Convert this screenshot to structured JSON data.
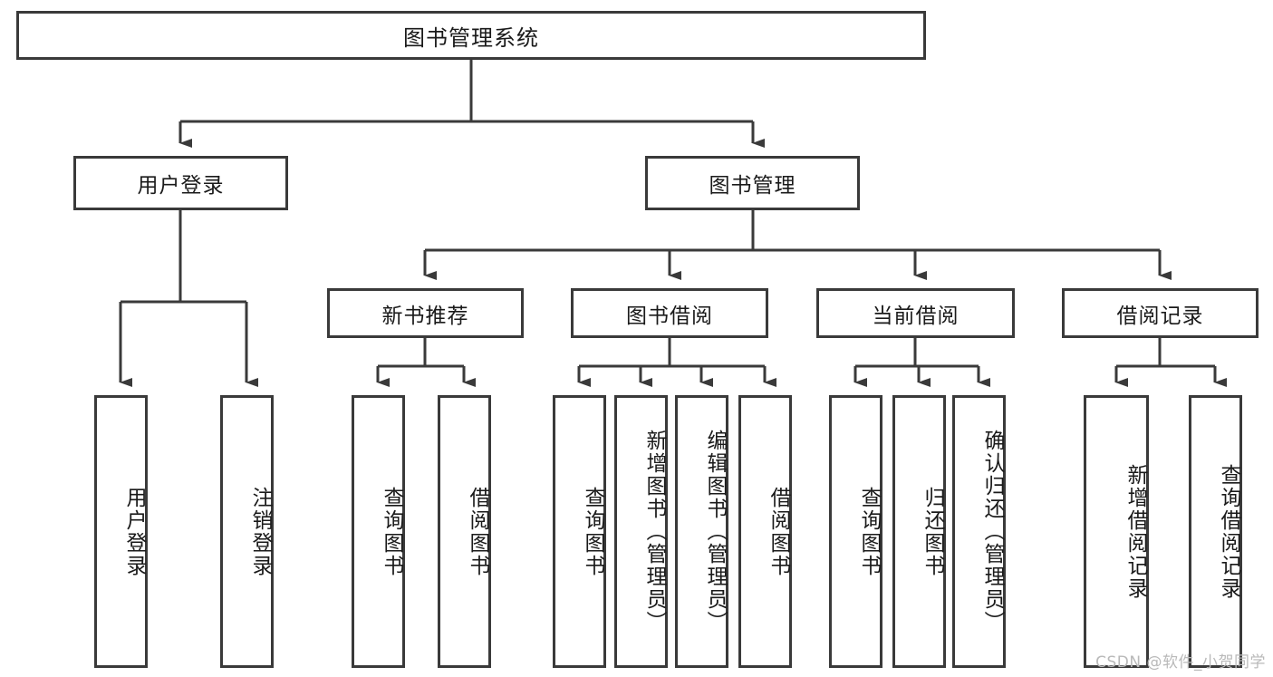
{
  "diagram": {
    "title": "图书管理系统",
    "watermark": "CSDN @软件_小贺同学",
    "nodes": {
      "root": {
        "label": "图书管理系统"
      },
      "level2": [
        {
          "id": "user-login",
          "label": "用户登录"
        },
        {
          "id": "book-management",
          "label": "图书管理"
        }
      ],
      "level3": [
        {
          "id": "new-book-recommend",
          "label": "新书推荐"
        },
        {
          "id": "book-borrow",
          "label": "图书借阅"
        },
        {
          "id": "current-borrow",
          "label": "当前借阅"
        },
        {
          "id": "borrow-record",
          "label": "借阅记录"
        }
      ],
      "leaves": [
        {
          "id": "leaf-user-login",
          "label": "用户登录",
          "parent": "user-login"
        },
        {
          "id": "leaf-logout-login",
          "label": "注销登录",
          "parent": "user-login"
        },
        {
          "id": "leaf-query-book-1",
          "label": "查询图书",
          "parent": "new-book-recommend"
        },
        {
          "id": "leaf-borrow-book-1",
          "label": "借阅图书",
          "parent": "new-book-recommend"
        },
        {
          "id": "leaf-query-book-2",
          "label": "查询图书",
          "parent": "book-borrow"
        },
        {
          "id": "leaf-add-book",
          "label": "新增图书（管理员）",
          "parent": "book-borrow"
        },
        {
          "id": "leaf-edit-book",
          "label": "编辑图书（管理员）",
          "parent": "book-borrow"
        },
        {
          "id": "leaf-borrow-book-2",
          "label": "借阅图书",
          "parent": "book-borrow"
        },
        {
          "id": "leaf-query-book-3",
          "label": "查询图书",
          "parent": "current-borrow"
        },
        {
          "id": "leaf-return-book",
          "label": "归还图书",
          "parent": "current-borrow"
        },
        {
          "id": "leaf-confirm-return",
          "label": "确认归还（管理员）",
          "parent": "current-borrow"
        },
        {
          "id": "leaf-add-record",
          "label": "新增借阅记录",
          "parent": "borrow-record"
        },
        {
          "id": "leaf-query-record",
          "label": "查询借阅记录",
          "parent": "borrow-record"
        }
      ]
    },
    "colors": {
      "stroke": "#3a3a3a",
      "background": "#ffffff",
      "text": "#1a1a1a",
      "watermark": "#b9b9b9"
    }
  }
}
